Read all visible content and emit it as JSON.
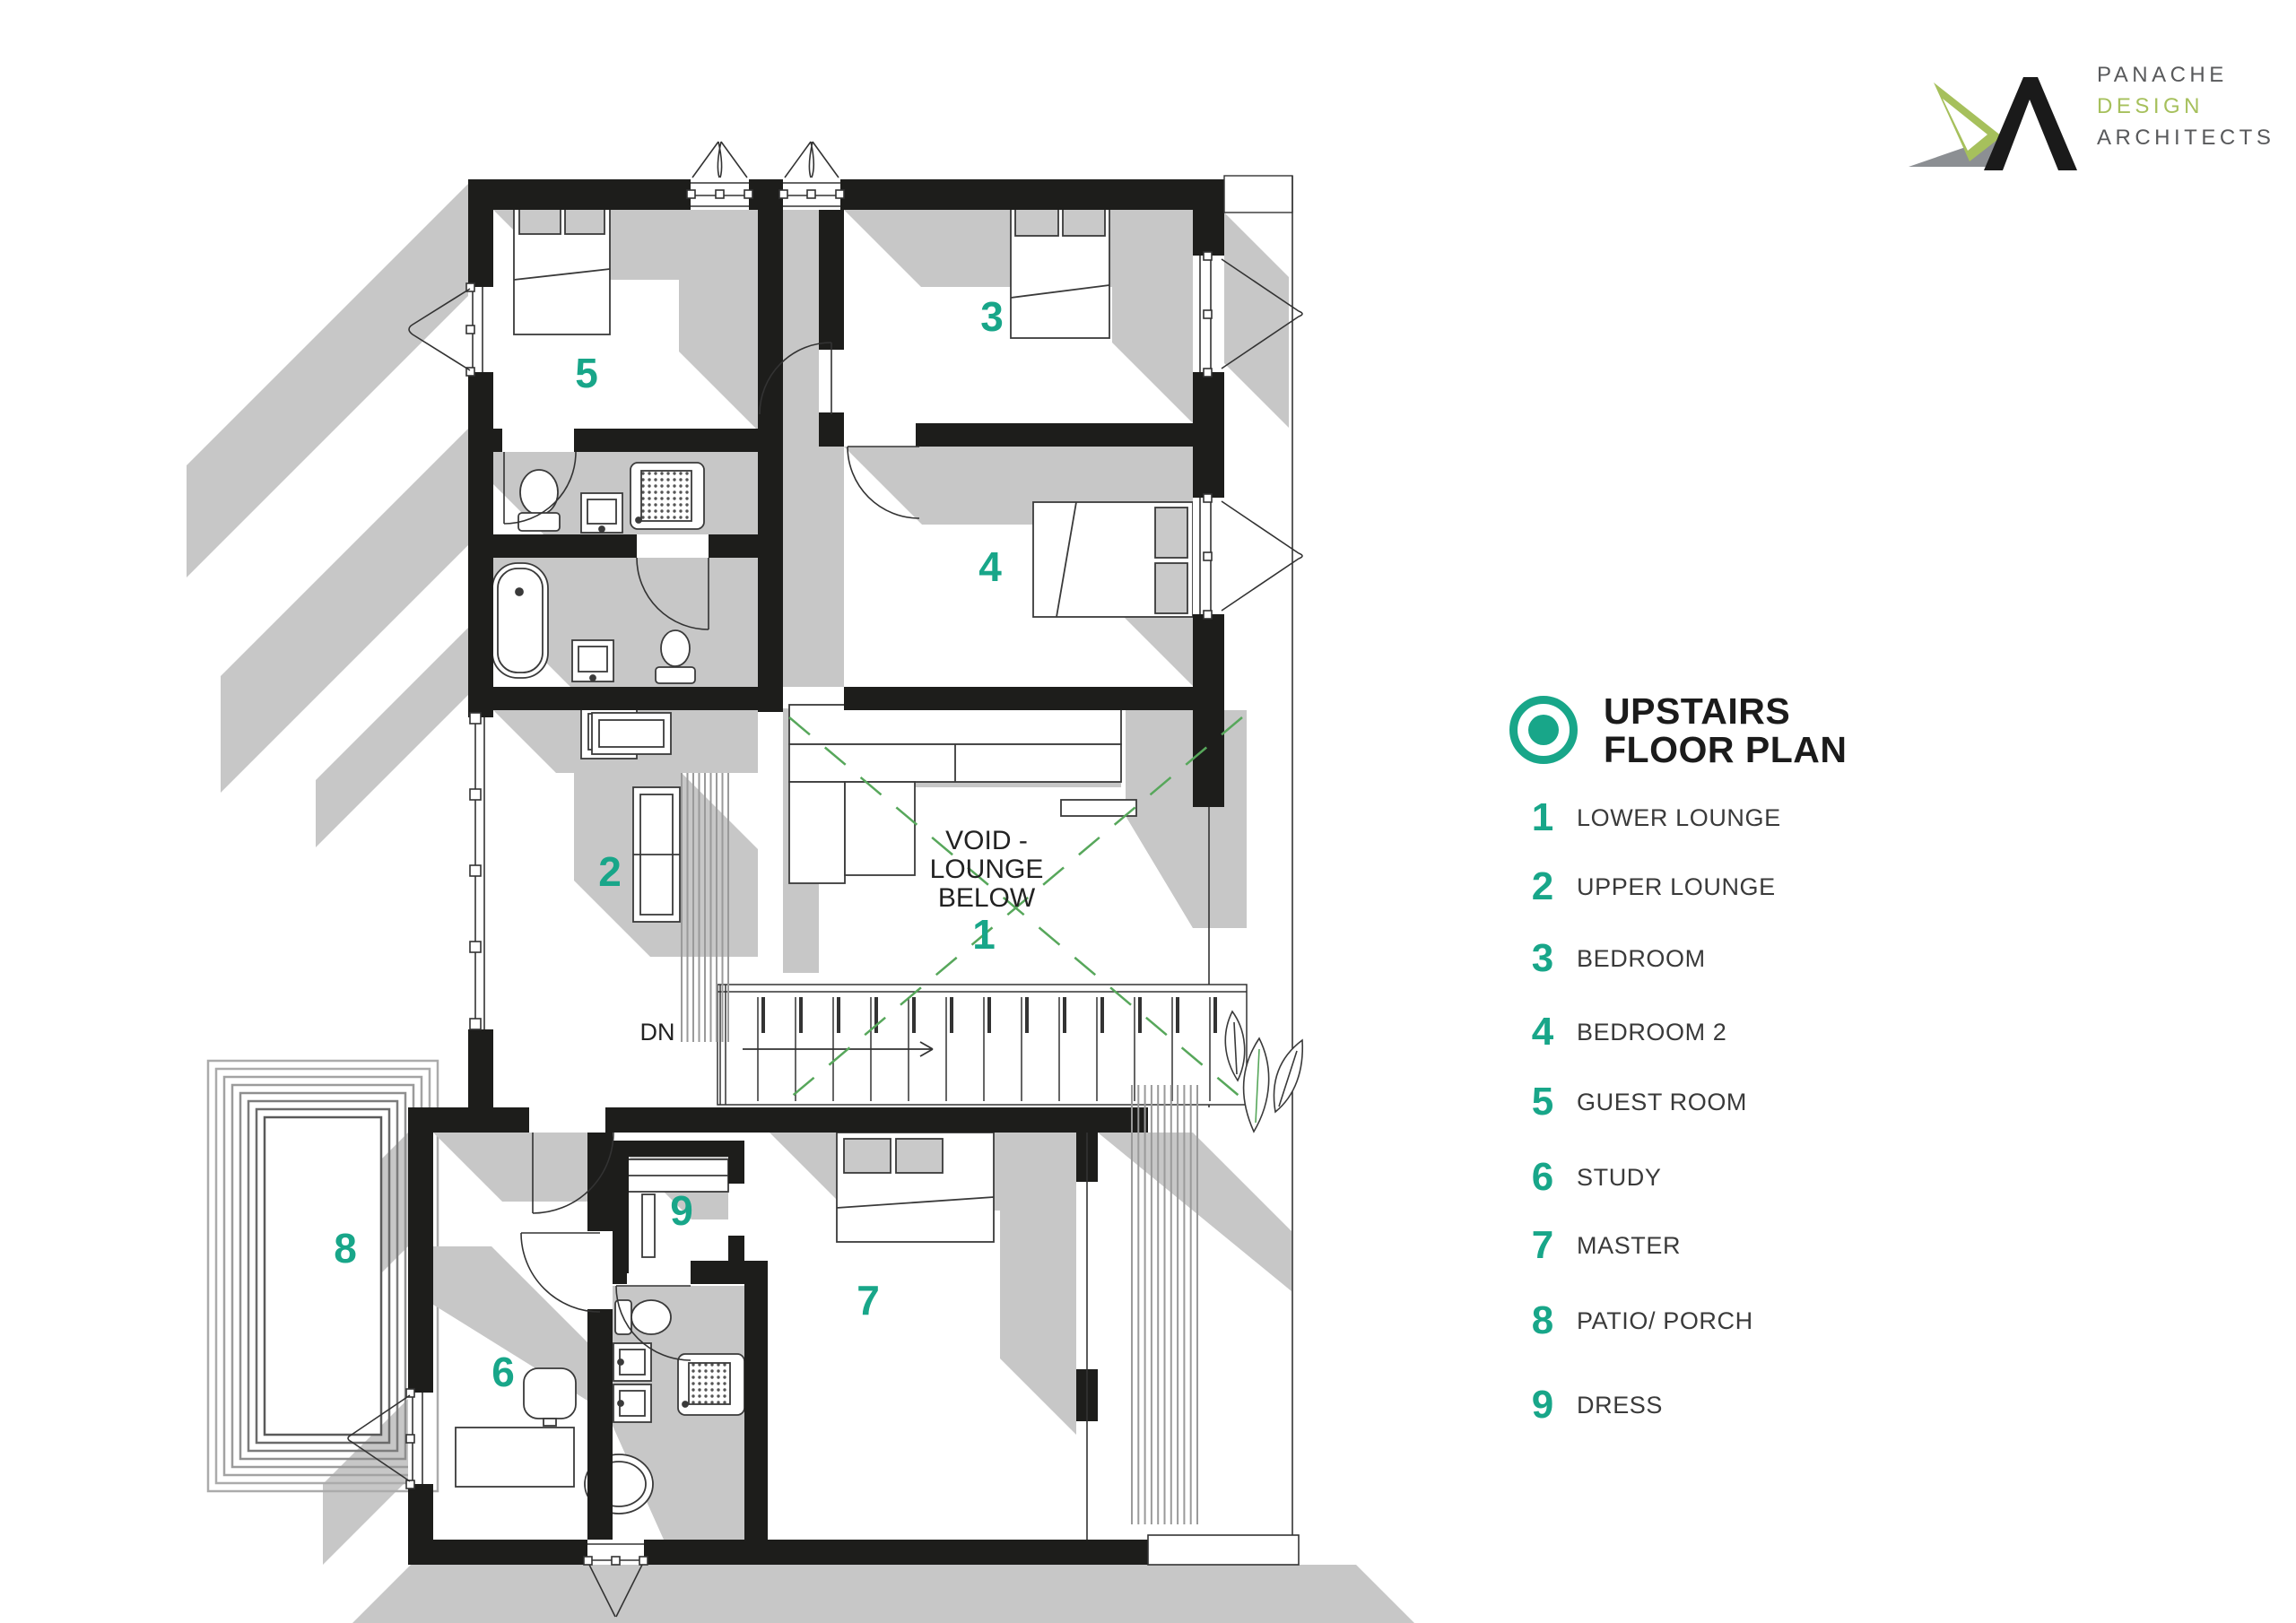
{
  "logo": {
    "name_line1": "PANACHE",
    "name_line2": "DESIGN",
    "name_line3": "ARCHITECTS"
  },
  "legend": {
    "title_line1": "UPSTAIRS",
    "title_line2": "FLOOR PLAN",
    "items": [
      {
        "num": "1",
        "label": "LOWER LOUNGE"
      },
      {
        "num": "2",
        "label": "UPPER LOUNGE"
      },
      {
        "num": "3",
        "label": "BEDROOM"
      },
      {
        "num": "4",
        "label": "BEDROOM 2"
      },
      {
        "num": "5",
        "label": "GUEST ROOM"
      },
      {
        "num": "6",
        "label": "STUDY"
      },
      {
        "num": "7",
        "label": "MASTER"
      },
      {
        "num": "8",
        "label": "PATIO/ PORCH"
      },
      {
        "num": "9",
        "label": "DRESS"
      }
    ]
  },
  "plan": {
    "markers": [
      "1",
      "2",
      "3",
      "4",
      "5",
      "6",
      "7",
      "8",
      "9"
    ],
    "void_label": [
      "VOID -",
      "LOUNGE",
      "BELOW"
    ],
    "stairs_label": "DN"
  },
  "colors": {
    "accent_teal": "#18A689",
    "dash_green": "#57A75B",
    "shadow_gray": "#C7C7C7",
    "wall_black": "#1D1D1B",
    "logo_green": "#A6C05C",
    "logo_gray": "#58595B"
  }
}
